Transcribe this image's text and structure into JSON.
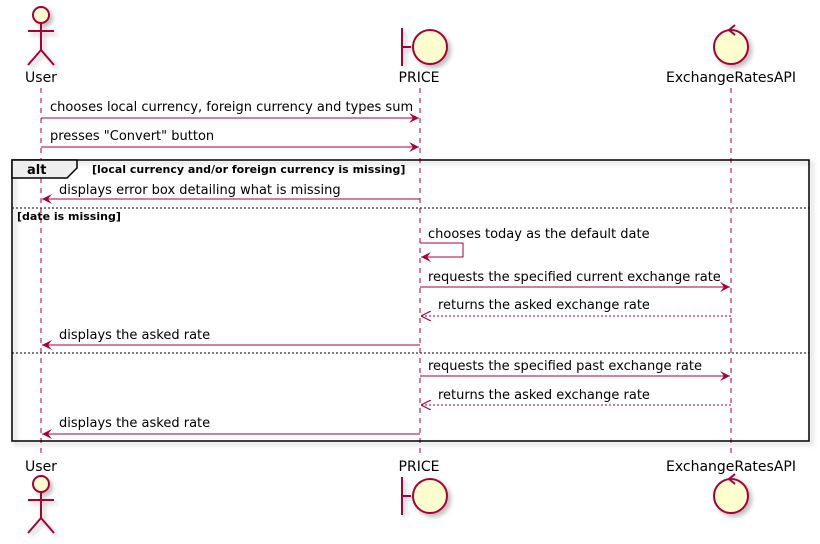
{
  "participants": {
    "user": "User",
    "price": "PRICE",
    "api": "ExchangeRatesAPI"
  },
  "messages": {
    "m1": "chooses local currency, foreign currency and types sum",
    "m2": "presses \"Convert\" button",
    "m3": "displays error box detailing what is missing",
    "m4": "chooses today as the default date",
    "m5": "requests the specified current exchange rate",
    "m6": "returns the asked exchange rate",
    "m7": "displays the asked rate",
    "m8": "requests the specified past exchange rate",
    "m9": "returns the asked exchange rate",
    "m10": "displays the asked rate"
  },
  "alt": {
    "keyword": "alt",
    "guard1": "[local currency and/or foreign currency is missing]",
    "guard2": "[date is missing]"
  },
  "icons": {
    "user": "actor-icon",
    "price": "boundary-icon",
    "api": "control-icon"
  },
  "colors": {
    "arrow": "#A80036",
    "fill": "#FEFECE",
    "frame": "#000000"
  }
}
